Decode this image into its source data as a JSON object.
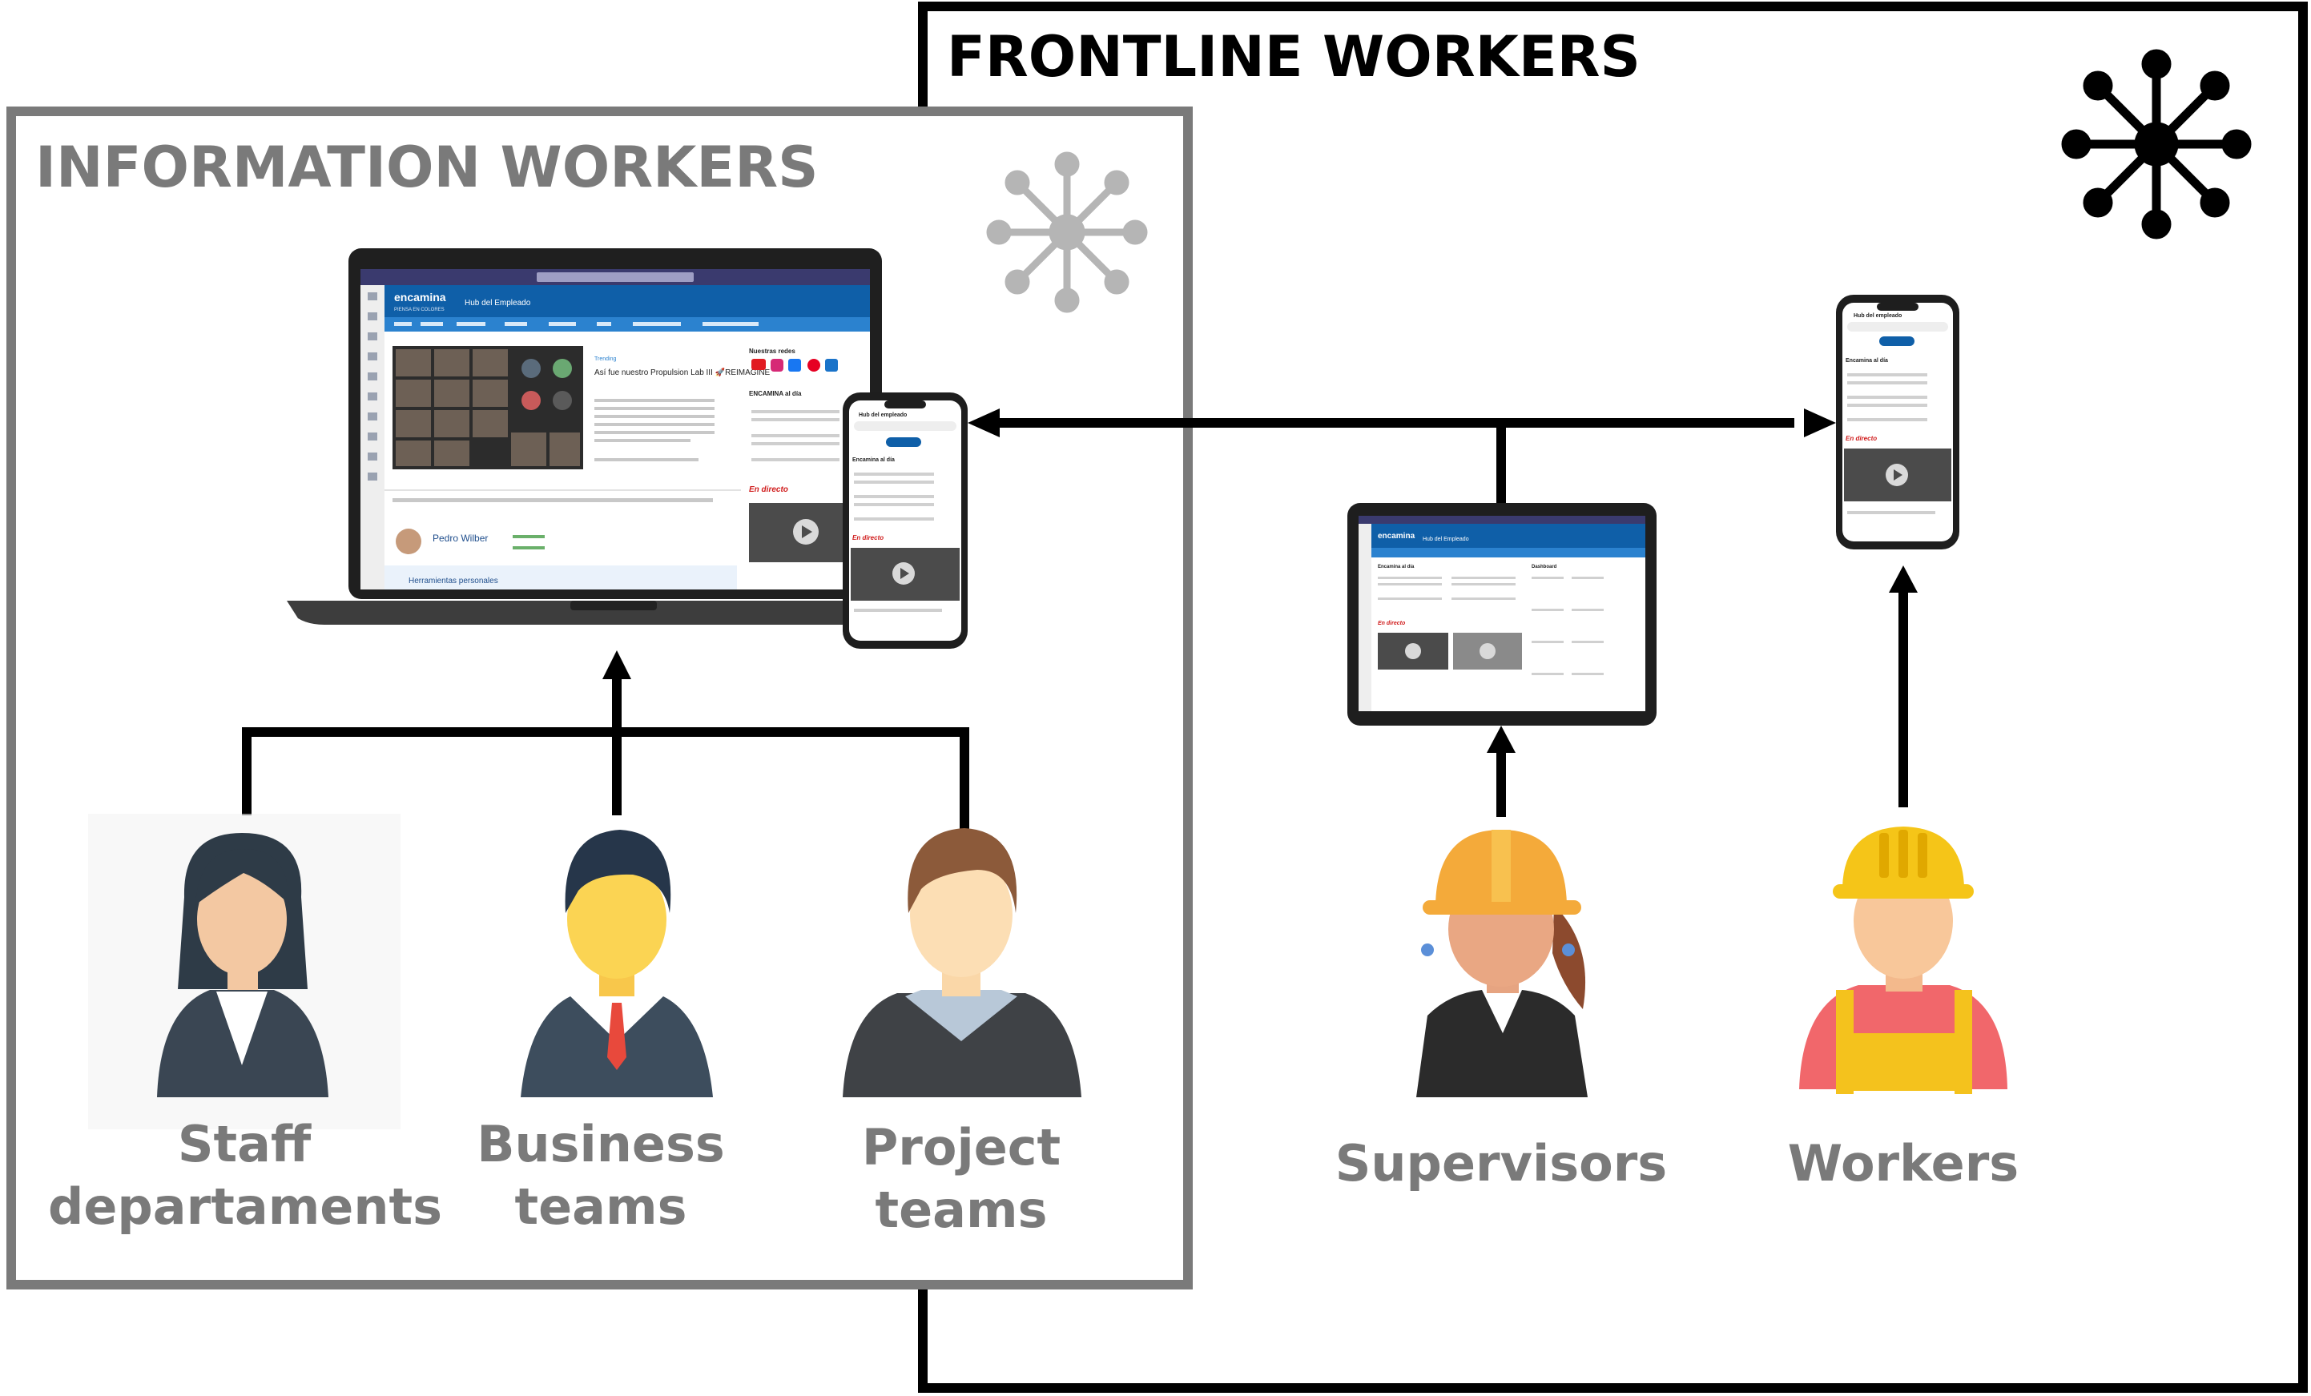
{
  "frontline": {
    "title": "FRONTLINE WORKERS",
    "roles": [
      "Supervisors",
      "Workers"
    ]
  },
  "information": {
    "title": "INFORMATION WORKERS",
    "roles": [
      "Staff departaments",
      "Business teams",
      "Project teams"
    ]
  },
  "labels": {
    "staff_line1": "Staff",
    "staff_line2": "departaments",
    "business_line1": "Business",
    "business_line2": "teams",
    "project_line1": "Project",
    "project_line2": "teams",
    "supervisors": "Supervisors",
    "workers": "Workers"
  },
  "screen": {
    "brand": "encamina",
    "brand_sub": "PIENSA EN COLORES",
    "app_title": "Hub del Empleado",
    "post_tag": "Trending",
    "post_title": "Así fue nuestro Propulsion Lab III 🚀REIMAGINE",
    "networks_title": "Nuestras redes",
    "today_title": "ENCAMINA al día",
    "live_title": "En directo",
    "person_name": "Pedro Wilber",
    "tools_title": "Herramientas personales",
    "mobile_title": "Hub del empleado",
    "mobile_today": "Encamina al día",
    "tablet_dashboard": "Dashboard"
  },
  "colors": {
    "frontline_border": "#000000",
    "info_border": "#7a7a7a",
    "app_blue": "#0f5fa8",
    "live_red": "#d01c1c"
  },
  "icons": [
    "hub-icon-gray",
    "hub-icon-black",
    "laptop-device",
    "phone-device",
    "tablet-device"
  ]
}
